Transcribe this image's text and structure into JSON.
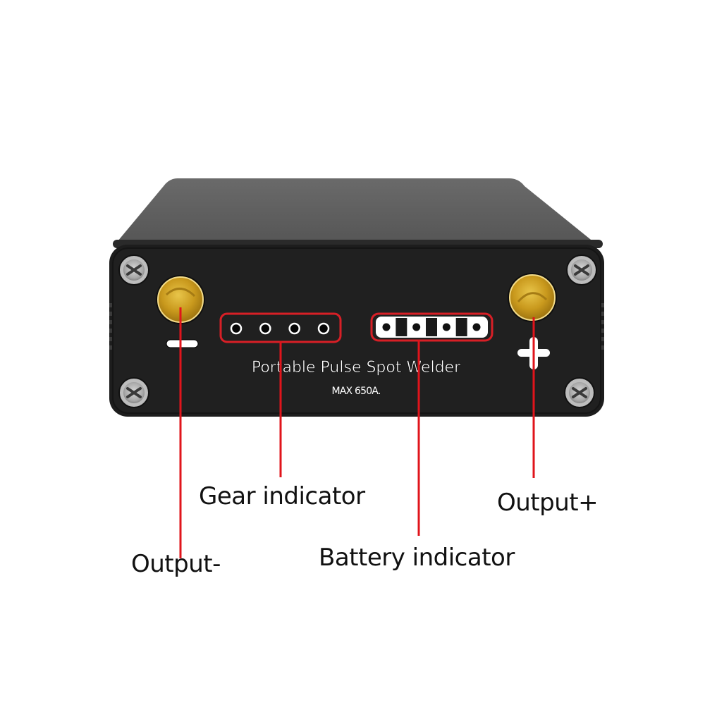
{
  "product": {
    "name": "Portable Pulse Spot Welder",
    "rating": "MAX 650A.",
    "minus_symbol": "−",
    "plus_symbol": "+"
  },
  "gear_indicator": {
    "led_count": 4
  },
  "battery_indicator": {
    "dot_count": 4,
    "bar_count": 3
  },
  "callouts": {
    "output_minus": "Output-",
    "gear_indicator": "Gear indicator",
    "battery_indicator": "Battery indicator",
    "output_plus": "Output+"
  },
  "colors": {
    "callout_line": "#e0141b",
    "highlight_box": "#d81f26",
    "terminal_gold": "#c99a1e",
    "front_panel": "#1c1c1c",
    "lid": "#5f5f5f"
  }
}
